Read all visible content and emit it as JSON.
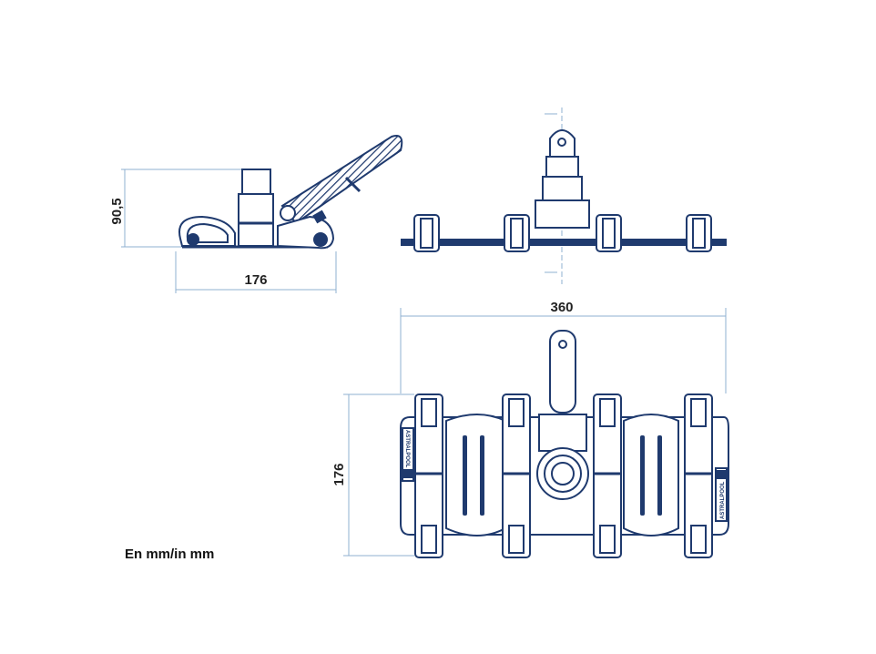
{
  "dimensions": {
    "side_height": "90,5",
    "side_length": "176",
    "top_width": "360",
    "top_depth": "176"
  },
  "units_note": "En mm/in mm",
  "brand_mark": "ASTRALPOOL",
  "colors": {
    "drawing": "#1f3a6e",
    "dimension": "#8fb0d0"
  }
}
